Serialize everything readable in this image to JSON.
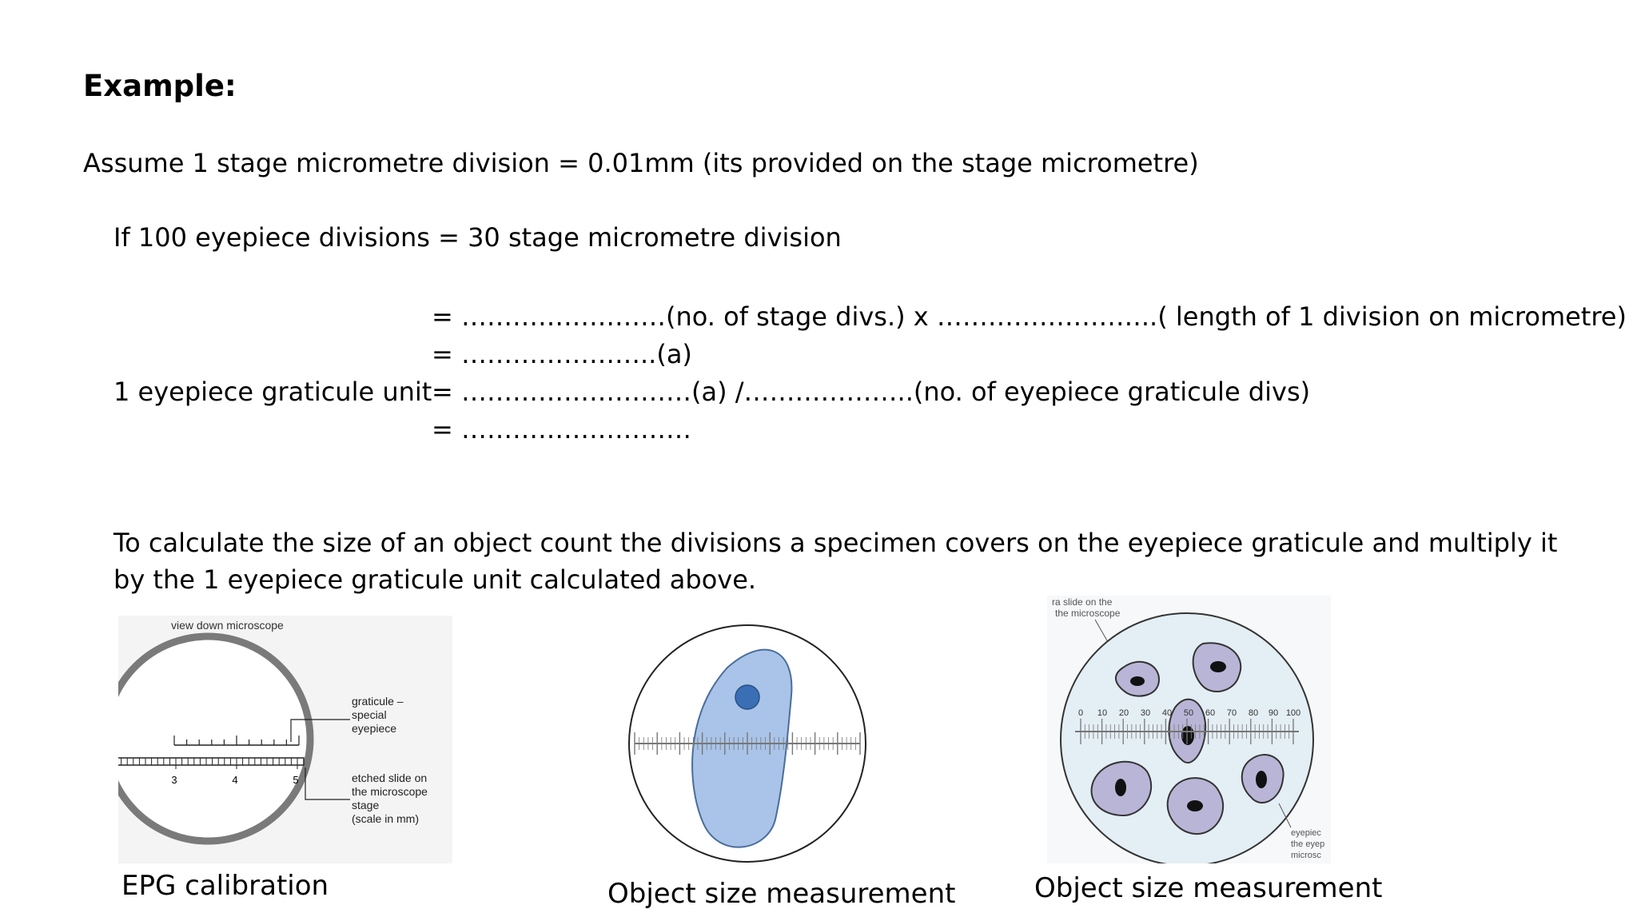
{
  "heading": "Example:",
  "assumption": "Assume 1 stage micrometre division = 0.01mm (its provided on the stage micrometre)",
  "calibration": {
    "if_line": "If 100 eyepiece divisions   = 30 stage micrometre division",
    "eq1": "= ……………………(no. of stage divs.) x ……………………..( length of 1 division on micrometre)",
    "eq2": "= …………………..(a)",
    "unit_label": "1 eyepiece graticule unit",
    "eq3": "= ………………………(a) /………………..(no. of eyepiece graticule divs)",
    "eq4": "= ………………………"
  },
  "instruction": "To calculate the size of an object count the divisions a specimen covers on the eyepiece graticule and multiply it by the 1 eyepiece graticule unit calculated above.",
  "figures": {
    "epg": {
      "caption": "EPG calibration",
      "top_label": "view down microscope",
      "graticule_label": [
        "graticule –",
        "special",
        "eyepiece"
      ],
      "slide_label": [
        "etched slide on",
        "the microscope",
        "stage",
        "(scale in mm)"
      ],
      "scale_numbers": [
        "3",
        "4",
        "5"
      ]
    },
    "object1": {
      "caption": "Object size measurement"
    },
    "object2": {
      "caption": "Object size measurement",
      "top_label": [
        "ra slide on the",
        "the microscope"
      ],
      "scale_numbers": [
        "0",
        "10",
        "20",
        "30",
        "40",
        "50",
        "60",
        "70",
        "80",
        "90",
        "100"
      ],
      "side_label": [
        "eyepiec",
        "the eyep",
        "microsc"
      ]
    }
  },
  "colors": {
    "cell_fill": "#b8b5d6",
    "specimen_fill": "#a9c4e8",
    "nucleus_blue": "#3a6fb5",
    "dish_fill": "#e4eef5"
  }
}
